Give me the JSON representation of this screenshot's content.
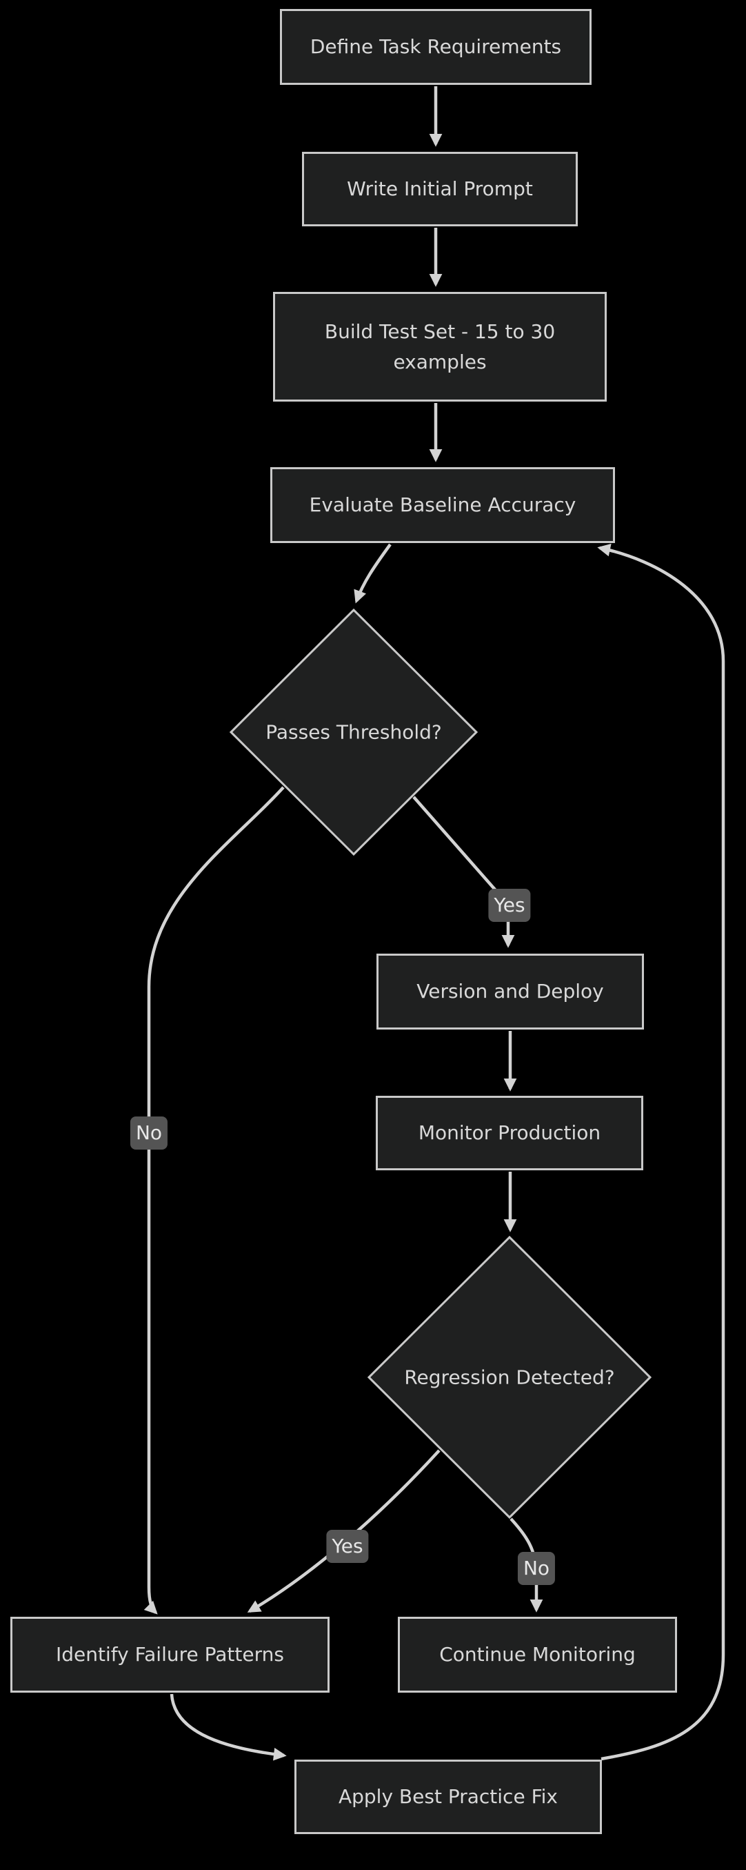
{
  "diagram": {
    "type": "flowchart",
    "direction": "top-down",
    "colors": {
      "background": "#000000",
      "node_fill": "#1f2020",
      "node_border": "#c9c9c9",
      "node_text": "#d9d9d9",
      "edge_stroke": "#d3d3d3",
      "edge_label_bg": "#545454",
      "edge_label_text": "#e8e8e8"
    },
    "nodes": [
      {
        "id": "define",
        "shape": "rect",
        "label": "Define Task Requirements"
      },
      {
        "id": "write",
        "shape": "rect",
        "label": "Write Initial Prompt"
      },
      {
        "id": "build",
        "shape": "rect",
        "label": "Build Test Set - 15 to 30 examples"
      },
      {
        "id": "evaluate",
        "shape": "rect",
        "label": "Evaluate Baseline Accuracy"
      },
      {
        "id": "passes",
        "shape": "diamond",
        "label": "Passes Threshold?"
      },
      {
        "id": "version",
        "shape": "rect",
        "label": "Version and Deploy"
      },
      {
        "id": "monitor",
        "shape": "rect",
        "label": "Monitor Production"
      },
      {
        "id": "regression",
        "shape": "diamond",
        "label": "Regression Detected?"
      },
      {
        "id": "identify",
        "shape": "rect",
        "label": "Identify Failure Patterns"
      },
      {
        "id": "continue",
        "shape": "rect",
        "label": "Continue Monitoring"
      },
      {
        "id": "apply",
        "shape": "rect",
        "label": "Apply Best Practice Fix"
      }
    ],
    "edges": [
      {
        "from": "define",
        "to": "write",
        "label": ""
      },
      {
        "from": "write",
        "to": "build",
        "label": ""
      },
      {
        "from": "build",
        "to": "evaluate",
        "label": ""
      },
      {
        "from": "evaluate",
        "to": "passes",
        "label": ""
      },
      {
        "from": "passes",
        "to": "version",
        "label": "Yes"
      },
      {
        "from": "passes",
        "to": "identify",
        "label": "No"
      },
      {
        "from": "version",
        "to": "monitor",
        "label": ""
      },
      {
        "from": "monitor",
        "to": "regression",
        "label": ""
      },
      {
        "from": "regression",
        "to": "identify",
        "label": "Yes"
      },
      {
        "from": "regression",
        "to": "continue",
        "label": "No"
      },
      {
        "from": "identify",
        "to": "apply",
        "label": ""
      },
      {
        "from": "apply",
        "to": "evaluate",
        "label": ""
      }
    ]
  }
}
